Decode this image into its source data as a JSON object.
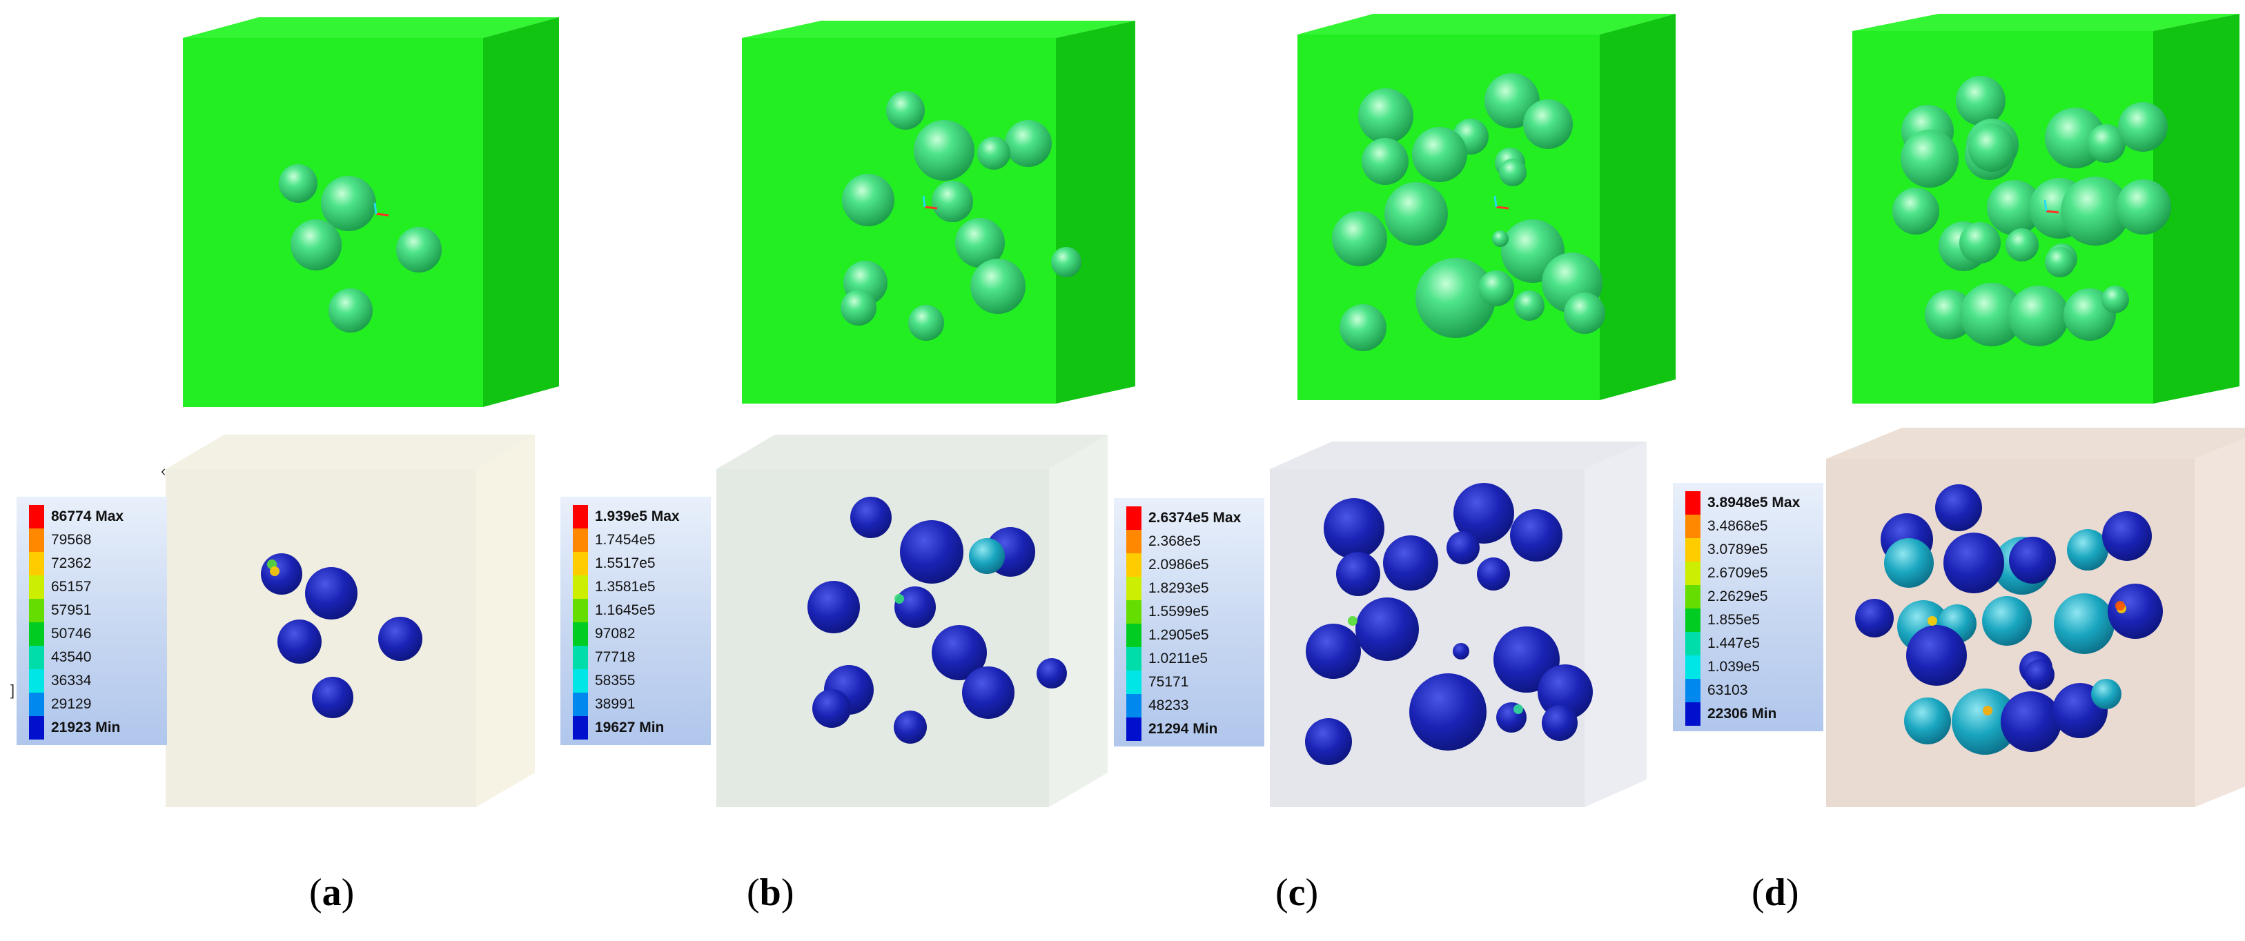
{
  "panels": [
    {
      "id": "a",
      "caption_open": "(",
      "caption_letter": "a",
      "caption_close": ")",
      "legend_entries": [
        {
          "label": "86774 Max",
          "color": "#ff0000",
          "bold": true
        },
        {
          "label": "79568",
          "color": "#ff8800",
          "bold": false
        },
        {
          "label": "72362",
          "color": "#ffcc00",
          "bold": false
        },
        {
          "label": "65157",
          "color": "#ccee00",
          "bold": false
        },
        {
          "label": "57951",
          "color": "#66dd00",
          "bold": false
        },
        {
          "label": "50746",
          "color": "#00cc22",
          "bold": false
        },
        {
          "label": "43540",
          "color": "#00ddaa",
          "bold": false
        },
        {
          "label": "36334",
          "color": "#00e5e5",
          "bold": false
        },
        {
          "label": "29129",
          "color": "#0088ee",
          "bold": false
        },
        {
          "label": "21923 Min",
          "color": "#0010cc",
          "bold": true
        }
      ]
    },
    {
      "id": "b",
      "caption_open": "(",
      "caption_letter": "b",
      "caption_close": ")",
      "legend_entries": [
        {
          "label": "1.939e5 Max",
          "color": "#ff0000",
          "bold": true
        },
        {
          "label": "1.7454e5",
          "color": "#ff8800",
          "bold": false
        },
        {
          "label": "1.5517e5",
          "color": "#ffcc00",
          "bold": false
        },
        {
          "label": "1.3581e5",
          "color": "#ccee00",
          "bold": false
        },
        {
          "label": "1.1645e5",
          "color": "#66dd00",
          "bold": false
        },
        {
          "label": "97082",
          "color": "#00cc22",
          "bold": false
        },
        {
          "label": "77718",
          "color": "#00ddaa",
          "bold": false
        },
        {
          "label": "58355",
          "color": "#00e5e5",
          "bold": false
        },
        {
          "label": "38991",
          "color": "#0088ee",
          "bold": false
        },
        {
          "label": "19627 Min",
          "color": "#0010cc",
          "bold": true
        }
      ]
    },
    {
      "id": "c",
      "caption_open": "(",
      "caption_letter": "c",
      "caption_close": ")",
      "legend_entries": [
        {
          "label": "2.6374e5 Max",
          "color": "#ff0000",
          "bold": true
        },
        {
          "label": "2.368e5",
          "color": "#ff8800",
          "bold": false
        },
        {
          "label": "2.0986e5",
          "color": "#ffcc00",
          "bold": false
        },
        {
          "label": "1.8293e5",
          "color": "#ccee00",
          "bold": false
        },
        {
          "label": "1.5599e5",
          "color": "#66dd00",
          "bold": false
        },
        {
          "label": "1.2905e5",
          "color": "#00cc22",
          "bold": false
        },
        {
          "label": "1.0211e5",
          "color": "#00ddaa",
          "bold": false
        },
        {
          "label": "75171",
          "color": "#00e5e5",
          "bold": false
        },
        {
          "label": "48233",
          "color": "#0088ee",
          "bold": false
        },
        {
          "label": "21294 Min",
          "color": "#0010cc",
          "bold": true
        }
      ]
    },
    {
      "id": "d",
      "caption_open": "(",
      "caption_letter": "d",
      "caption_close": ")",
      "legend_entries": [
        {
          "label": "3.8948e5 Max",
          "color": "#ff0000",
          "bold": true
        },
        {
          "label": "3.4868e5",
          "color": "#ff8800",
          "bold": false
        },
        {
          "label": "3.0789e5",
          "color": "#ffcc00",
          "bold": false
        },
        {
          "label": "2.6709e5",
          "color": "#ccee00",
          "bold": false
        },
        {
          "label": "2.2629e5",
          "color": "#66dd00",
          "bold": false
        },
        {
          "label": "1.855e5",
          "color": "#00cc22",
          "bold": false
        },
        {
          "label": "1.447e5",
          "color": "#00ddaa",
          "bold": false
        },
        {
          "label": "1.039e5",
          "color": "#00e5e5",
          "bold": false
        },
        {
          "label": "63103",
          "color": "#0088ee",
          "bold": false
        },
        {
          "label": "22306 Min",
          "color": "#0010cc",
          "bold": true
        }
      ]
    }
  ],
  "colors": {
    "matrix_green": "#22ee22",
    "matrix_green_side": "#11c411",
    "matrix_green_top": "#33f533",
    "inclusion_green": "#3ed97a",
    "inclusion_blue": "#1a23b5",
    "inclusion_cyan": "#1aa6c0"
  },
  "stray_marks": {
    "a": "‹",
    "b": "]"
  }
}
